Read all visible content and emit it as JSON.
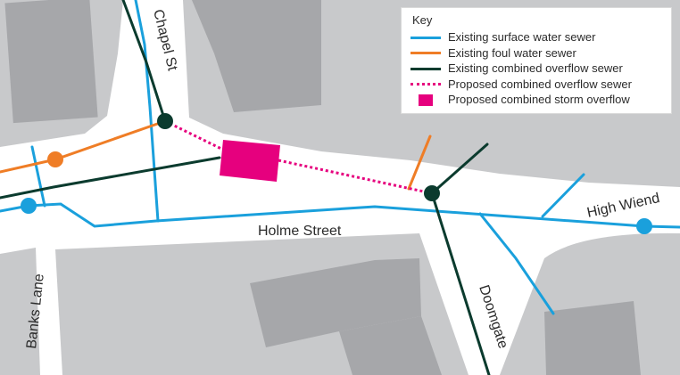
{
  "map": {
    "colors": {
      "ground": "#c8c9cb",
      "road": "#ffffff",
      "building": "#a6a7aa",
      "surface_water": "#1aa0dc",
      "foul_water": "#ef7d26",
      "combined_overflow": "#0b3b2e",
      "proposed_sewer": "#e6007e",
      "storm_overflow": "#e6007e"
    },
    "streets": {
      "holme": "Holme Street",
      "chapel": "Chapel St",
      "banks": "Banks Lane",
      "doomgate": "Doomgate",
      "high_wiend": "High Wiend"
    }
  },
  "key": {
    "title": "Key",
    "items": [
      {
        "label": "Existing surface water sewer",
        "symbol": "line",
        "color": "#1aa0dc"
      },
      {
        "label": "Existing foul water sewer",
        "symbol": "line",
        "color": "#ef7d26"
      },
      {
        "label": "Existing combined overflow sewer",
        "symbol": "line",
        "color": "#0b3b2e"
      },
      {
        "label": "Proposed combined overflow sewer",
        "symbol": "dotted-line",
        "color": "#e6007e"
      },
      {
        "label": "Proposed combined storm overflow",
        "symbol": "square",
        "color": "#e6007e"
      }
    ]
  }
}
